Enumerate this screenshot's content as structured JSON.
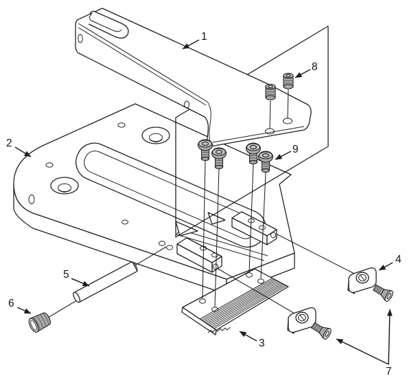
{
  "figure": {
    "type": "exploded-parts-diagram",
    "background": "#ffffff",
    "colors": {
      "line": "#1f1f1f",
      "paper": "#ffffff",
      "metal": "#a9a9a9",
      "metal_light": "#cdcdcd",
      "metal_dark": "#5e5e5e"
    },
    "callouts": [
      {
        "label": "1",
        "part": "slotted-arm-bracket"
      },
      {
        "label": "2",
        "part": "base-plate"
      },
      {
        "label": "3",
        "part": "serrated-clamp-plate"
      },
      {
        "label": "4",
        "part": "t-nut-plate"
      },
      {
        "label": "5",
        "part": "dowel-pin"
      },
      {
        "label": "6",
        "part": "threaded-plug"
      },
      {
        "label": "7",
        "part": "flat-head-screws"
      },
      {
        "label": "8",
        "part": "set-screws"
      },
      {
        "label": "9",
        "part": "button-head-screws"
      }
    ]
  }
}
